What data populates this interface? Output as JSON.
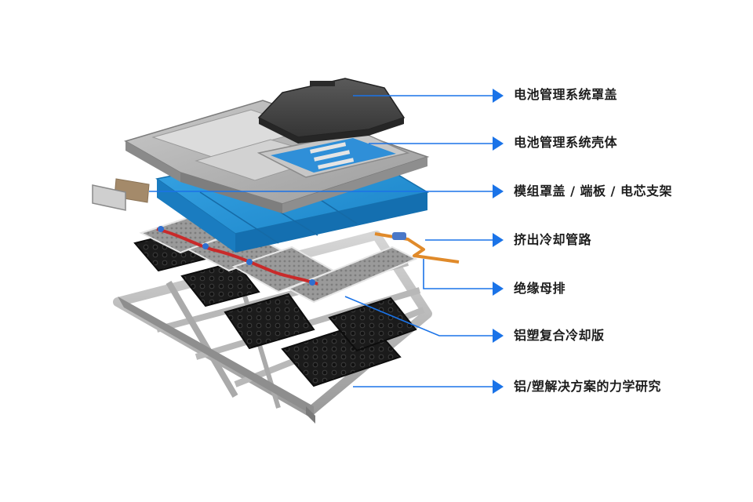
{
  "colors": {
    "accent": "#1a73e8",
    "pack_blue": "#1f8fd4",
    "cover_dark": "#4a4a4a",
    "tray_black": "#1e1e1e",
    "frame_grey": "#b4b4b4"
  },
  "callouts": [
    {
      "id": "bms-cover",
      "text": "电池管理系统罩盖"
    },
    {
      "id": "bms-housing",
      "text": "电池管理系统壳体"
    },
    {
      "id": "module-cover",
      "text": "模组罩盖 / 端板 / 电芯支架"
    },
    {
      "id": "extruded-cooling-pipe",
      "text": "挤出冷却管路"
    },
    {
      "id": "insulated-busbar",
      "text": "绝缘母排"
    },
    {
      "id": "al-plastic-cold-plate",
      "text": "铝塑复合冷却版"
    },
    {
      "id": "al-plastic-research",
      "text": "铝/塑解决方案的力学研究"
    }
  ]
}
